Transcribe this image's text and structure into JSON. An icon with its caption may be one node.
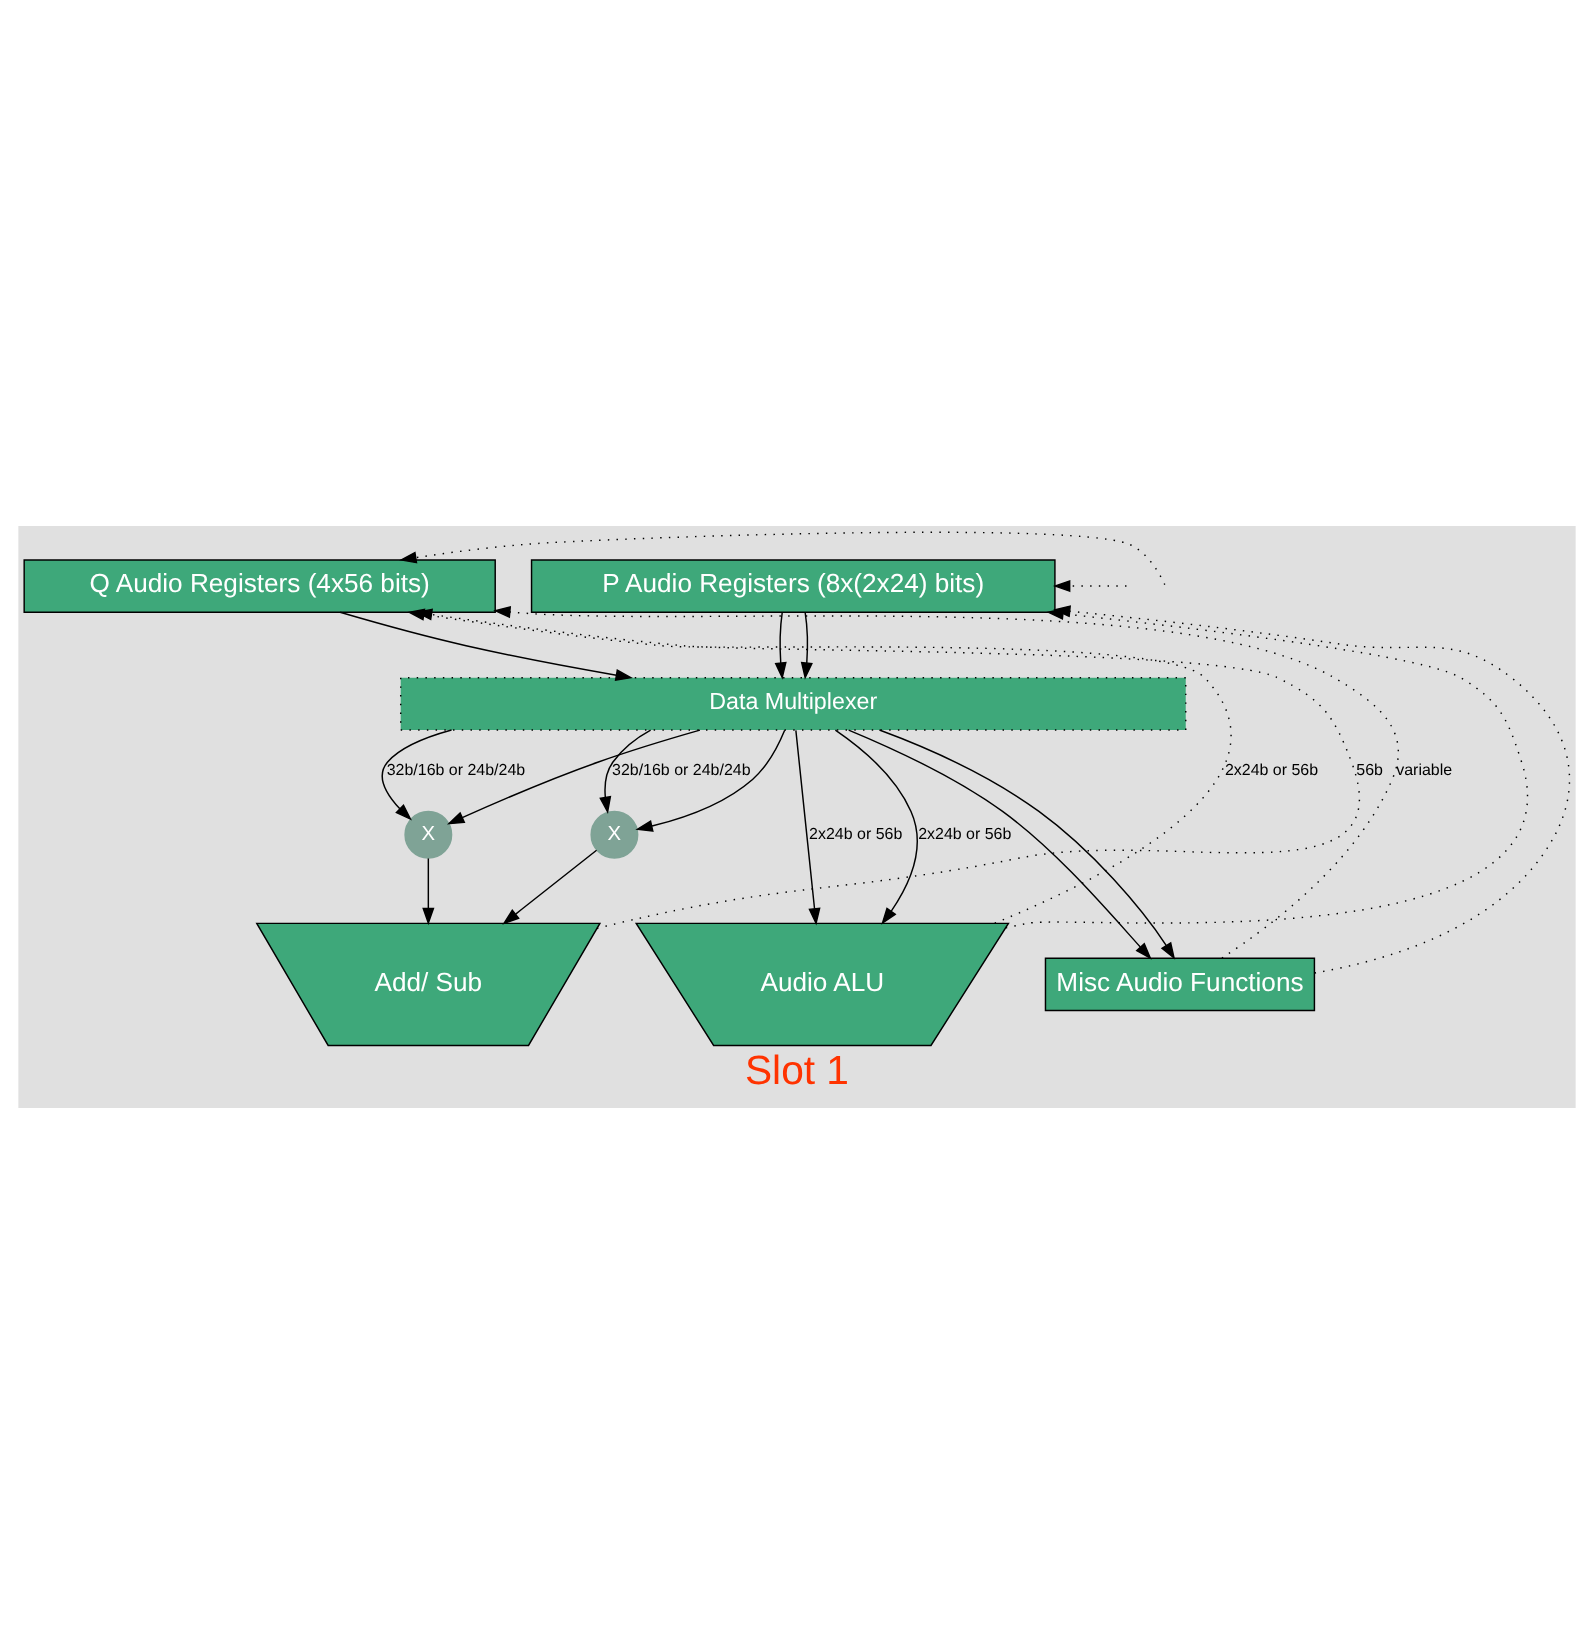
{
  "diagram": {
    "caption": "Slot 1",
    "nodes": [
      {
        "text": [
          "Q Audio Registers (4x56 bits)"
        ]
      },
      {
        "text": [
          "P Audio Registers (8x(2x24) bits)"
        ]
      },
      {
        "text": [
          "Data Multiplexer"
        ]
      },
      {
        "text": [
          "X"
        ]
      },
      {
        "text": [
          "X"
        ]
      },
      {
        "text": [
          "Audio ALU"
        ]
      },
      {
        "text": [
          "Add/ Sub"
        ]
      },
      {
        "text": [
          "Misc Audio Functions"
        ]
      }
    ],
    "edges": [
      {
        "from": 0,
        "to": 2,
        "arrow": "to"
      },
      {
        "from": 1,
        "to": 2,
        "arrow": "to"
      },
      {
        "from": 1,
        "to": 2,
        "arrow": "to"
      },
      {
        "from": 2,
        "to": 5,
        "arrow": "to",
        "label": "2x24b or 56b"
      },
      {
        "from": 2,
        "to": 5,
        "arrow": "to",
        "label": "2x24b or 56b"
      },
      {
        "from": 2,
        "to": 3,
        "arrow": "to",
        "label": "32b/16b or 24b/24b"
      },
      {
        "from": 2,
        "to": 3,
        "arrow": "to"
      },
      {
        "from": 2,
        "to": 4,
        "arrow": "to",
        "label": "32b/16b or 24b/24b"
      },
      {
        "from": 2,
        "to": 4,
        "arrow": "to"
      },
      {
        "from": 2,
        "to": 7,
        "arrow": "to"
      },
      {
        "from": 2,
        "to": 7,
        "arrow": "to"
      },
      {
        "from": 3,
        "to": 6,
        "arrow": "to"
      },
      {
        "from": 4,
        "to": 6,
        "arrow": "to"
      },
      {
        "from": 5,
        "to": 0,
        "arrow": "to",
        "style": "dashed",
        "label": "2x24b or 56b"
      },
      {
        "from": 5,
        "to": 1,
        "arrow": "to",
        "style": "dashed"
      },
      {
        "from": 6,
        "to": 0,
        "arrow": "to",
        "style": "dashed",
        "label": "56b"
      },
      {
        "from": 7,
        "to": 0,
        "arrow": "to",
        "style": "dashed",
        "label": "variable"
      },
      {
        "from": 7,
        "to": 1,
        "arrow": "to",
        "style": "dashed"
      },
      {
        "from": null,
        "to": 0,
        "arrow": "to",
        "style": "dashed"
      },
      {
        "from": null,
        "to": 1,
        "arrow": "to",
        "style": "dashed"
      }
    ]
  }
}
